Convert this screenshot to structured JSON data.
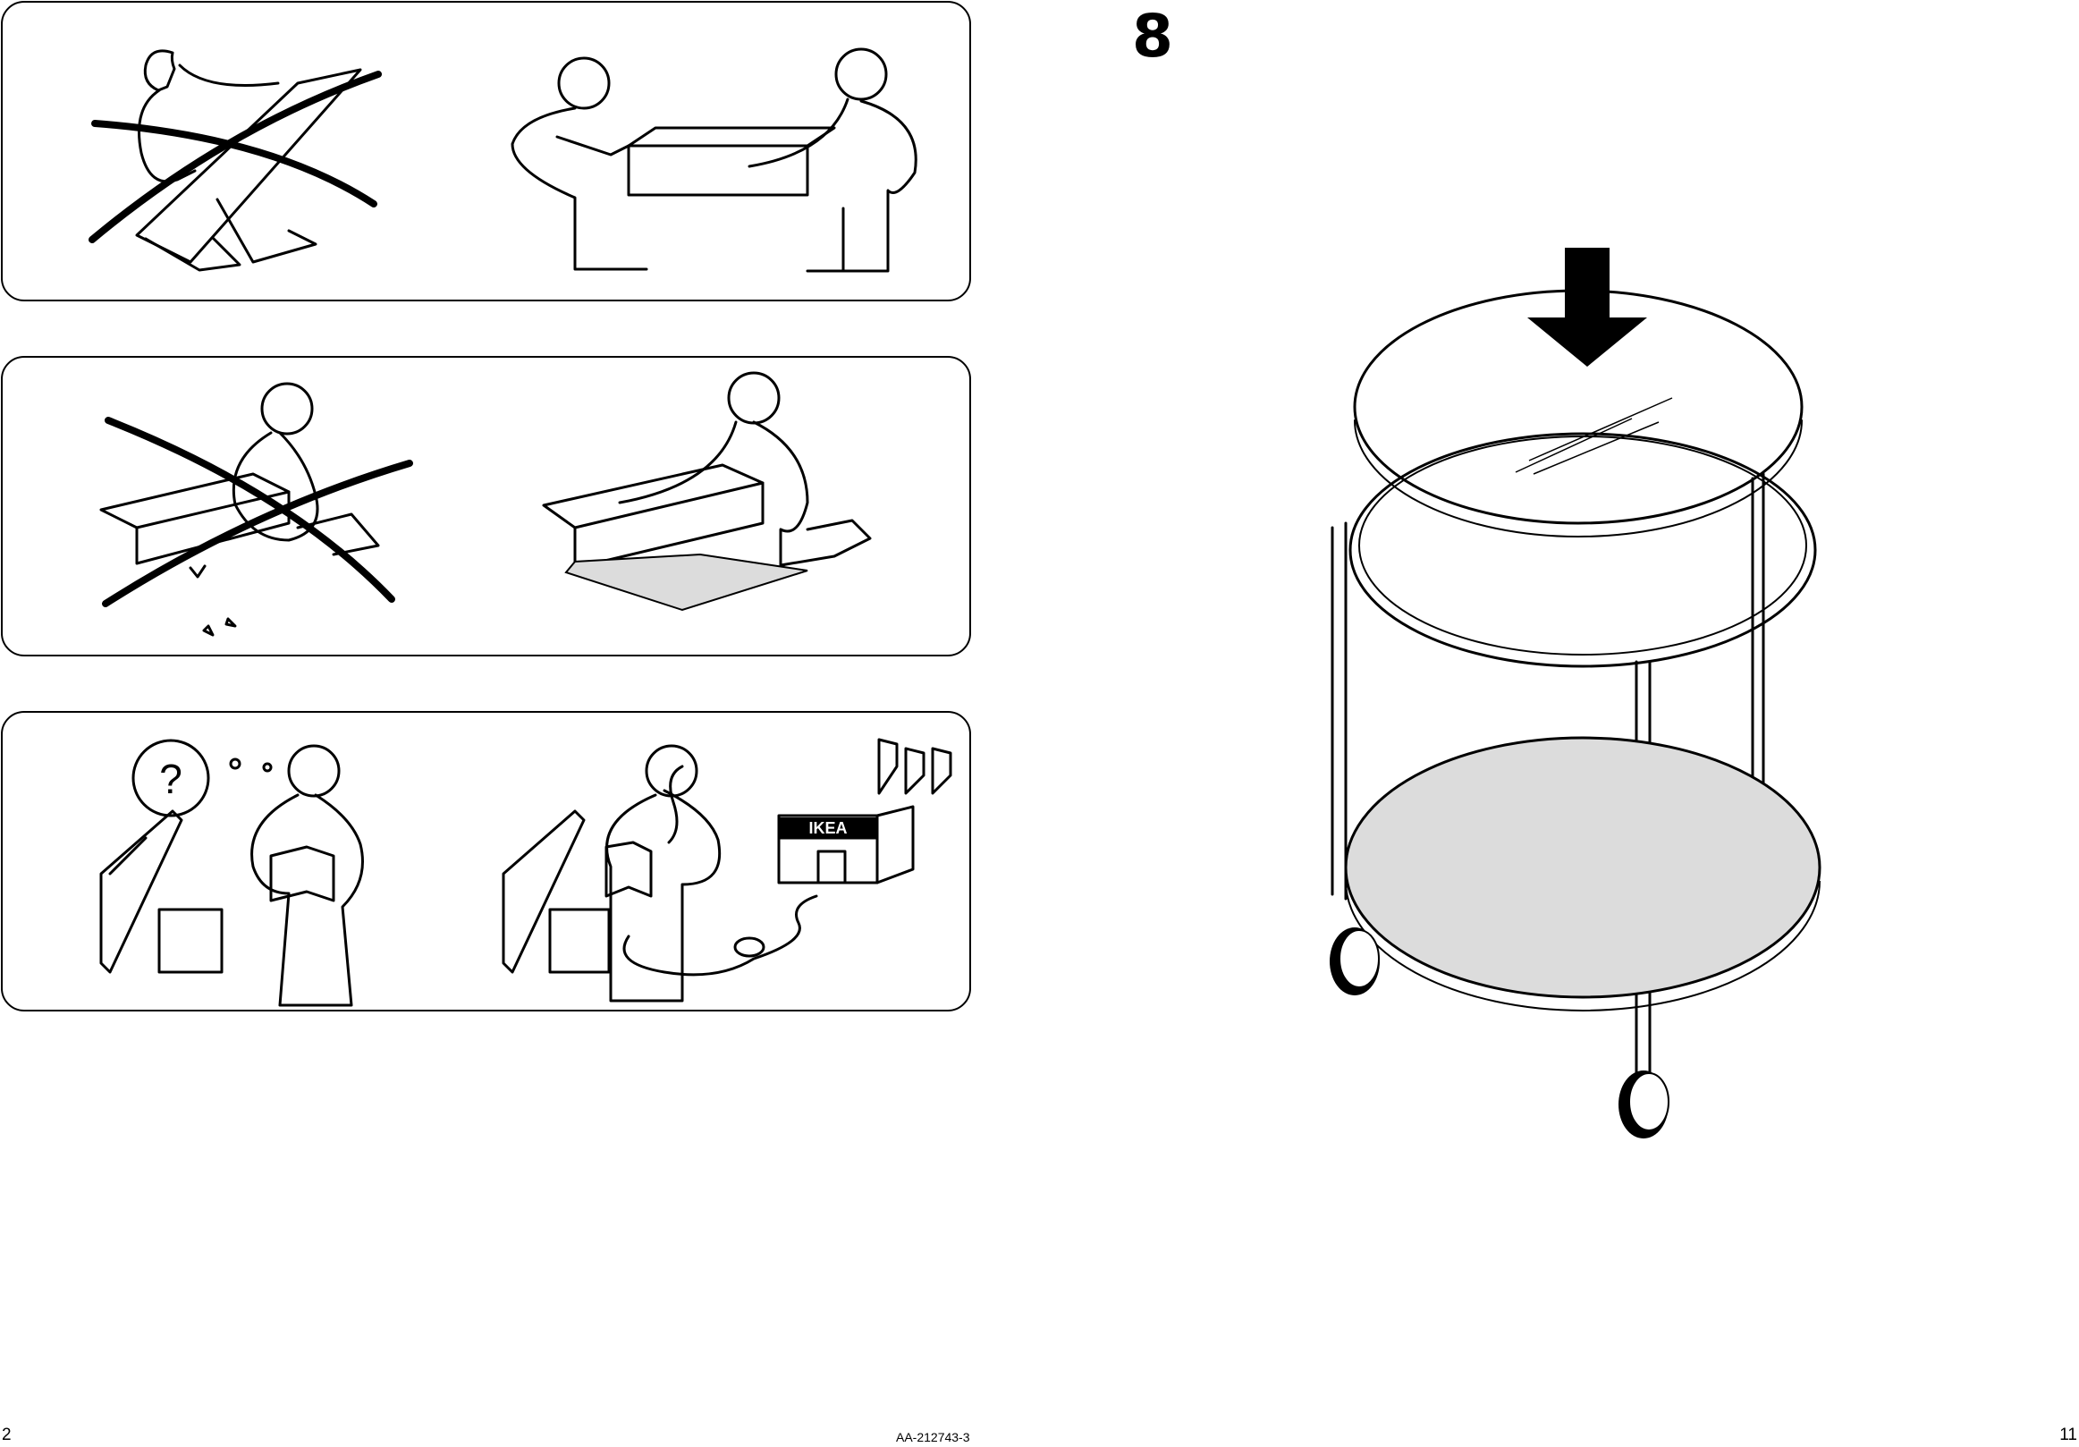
{
  "step": {
    "number": "8"
  },
  "footer": {
    "page_left": "2",
    "page_right": "11",
    "doc_code": "AA-212743-3"
  },
  "store_sign": {
    "text": "IKEA"
  },
  "help": {
    "symbol": "?"
  },
  "colors": {
    "line": "#000000",
    "fill_gray": "#dcdcdc",
    "background": "#ffffff"
  },
  "icons": [
    "cross-mark-icon",
    "question-bubble-icon",
    "down-arrow-icon",
    "telephone-icon",
    "store-icon"
  ]
}
